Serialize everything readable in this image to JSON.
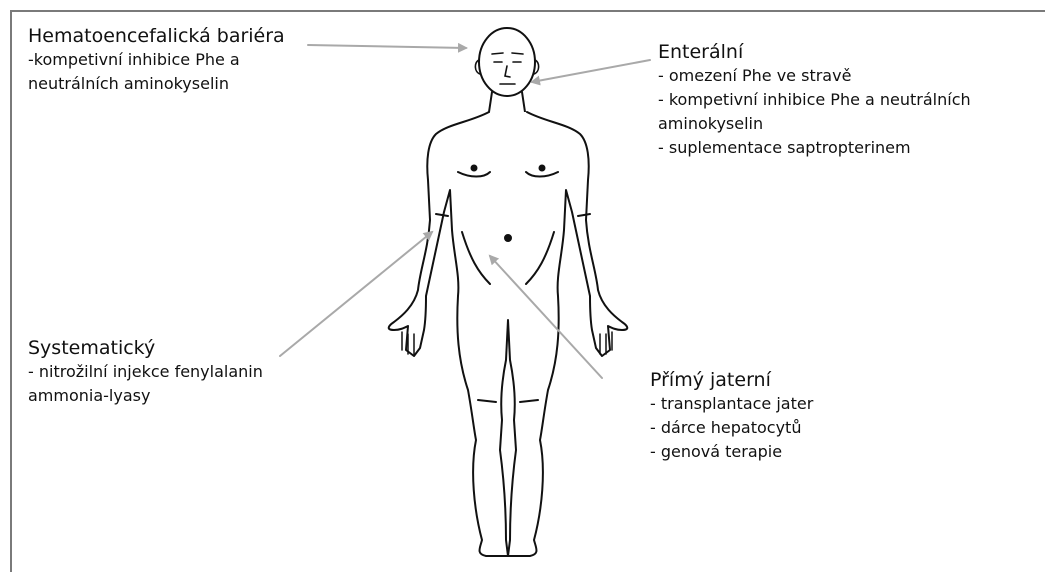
{
  "diagram": {
    "colors": {
      "arrow": "#a9a9a9",
      "outline": "#111111",
      "frame": "#7a7a7a",
      "text": "#111111"
    },
    "blocks": {
      "bbb": {
        "title": "Hematoencefalická bariéra",
        "items": [
          "-kompetivní inhibice Phe a",
          "neutrálních aminokyselin"
        ]
      },
      "enteral": {
        "title": "Enterální",
        "items": [
          "- omezení Phe ve stravě",
          "- kompetivní inhibice Phe a neutrálních",
          "aminokyselin",
          "- suplementace saptropterinem"
        ]
      },
      "systemic": {
        "title": "Systematický",
        "items": [
          "- nitrožilní injekce fenylalanin",
          "ammonia-lyasy"
        ]
      },
      "hepatic": {
        "title": "Přímý jaterní",
        "items": [
          "- transplantace jater",
          "- dárce hepatocytů",
          "- genová terapie"
        ]
      }
    }
  }
}
